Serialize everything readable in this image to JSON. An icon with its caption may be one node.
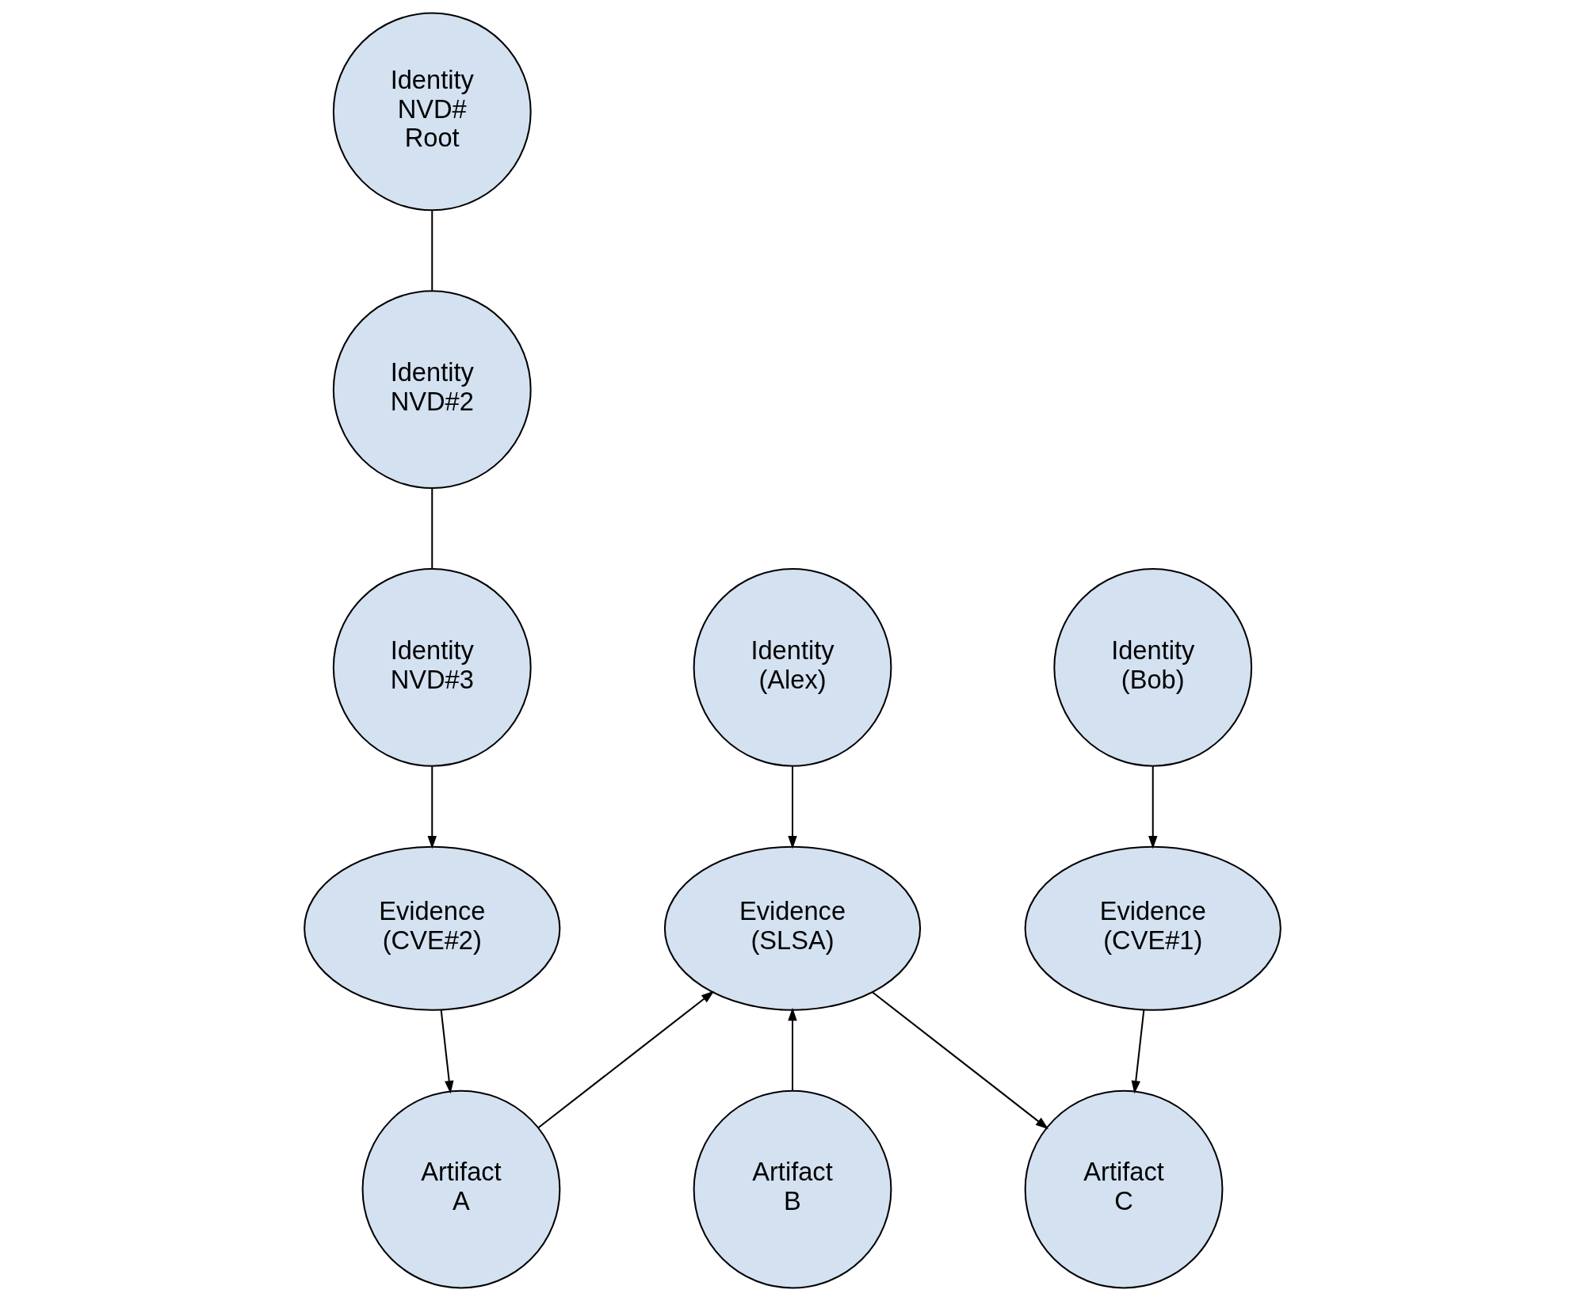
{
  "diagram": {
    "nodes": [
      {
        "text": [
          "Identity NVD# Root"
        ]
      },
      {
        "text": [
          "Identity NVD#2"
        ]
      },
      {
        "text": [
          "Identity NVD#3"
        ]
      },
      {
        "text": [
          "Identity (Alex)"
        ]
      },
      {
        "text": [
          "Identity (Bob)"
        ]
      },
      {
        "text": [
          "Evidence (CVE#2)"
        ]
      },
      {
        "text": [
          "Evidence (SLSA)"
        ]
      },
      {
        "text": [
          "Evidence (CVE#1)"
        ]
      },
      {
        "text": [
          "Artifact A"
        ]
      },
      {
        "text": [
          "Artifact B"
        ]
      },
      {
        "text": [
          "Artifact C"
        ]
      }
    ],
    "edges": [
      {
        "from": 0,
        "to": 1,
        "arrow": "none"
      },
      {
        "from": 1,
        "to": 2,
        "arrow": "none"
      },
      {
        "from": 2,
        "to": 5,
        "arrow": "to"
      },
      {
        "from": 3,
        "to": 6,
        "arrow": "to"
      },
      {
        "from": 4,
        "to": 7,
        "arrow": "to"
      },
      {
        "from": 5,
        "to": 8,
        "arrow": "to"
      },
      {
        "from": 8,
        "to": 6,
        "arrow": "to"
      },
      {
        "from": 9,
        "to": 6,
        "arrow": "to"
      },
      {
        "from": 6,
        "to": 10,
        "arrow": "to"
      },
      {
        "from": 7,
        "to": 10,
        "arrow": "to"
      }
    ]
  }
}
